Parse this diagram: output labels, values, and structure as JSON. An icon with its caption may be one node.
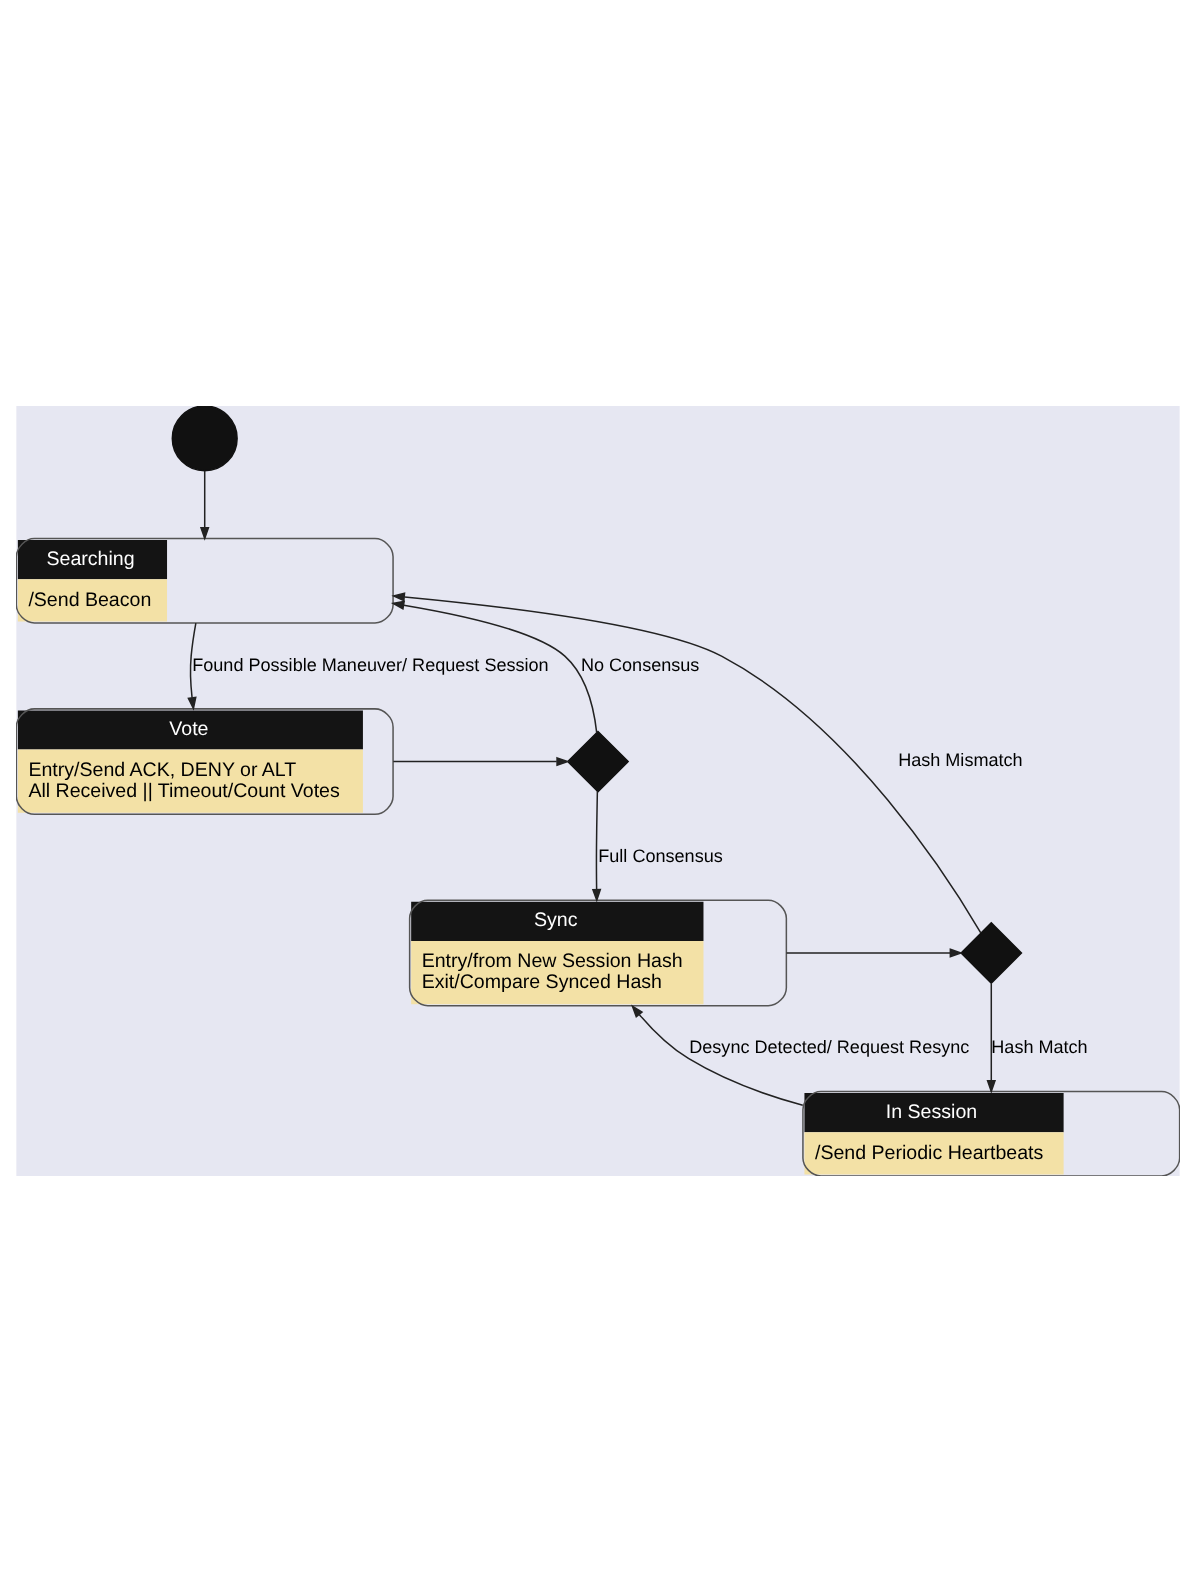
{
  "diagram": {
    "nodes": [
      {
        "text": [],
        "shape": "circle"
      },
      {
        "text": [
          "Searching",
          "/Send Beacon"
        ]
      },
      {
        "text": [
          "Vote",
          "Entry/Send ACK, DENY or ALT",
          "All Received || Timeout/Count Votes"
        ]
      },
      {
        "text": [],
        "shape": "diamond"
      },
      {
        "text": [
          "Sync",
          "Entry/from New Session Hash",
          "Exit/Compare Synced Hash"
        ]
      },
      {
        "text": [],
        "shape": "diamond"
      },
      {
        "text": [
          "In Session",
          "/Send Periodic Heartbeats"
        ]
      }
    ],
    "edges": [
      {
        "from": 0,
        "to": 1,
        "arrow": "to"
      },
      {
        "from": 1,
        "to": 2,
        "arrow": "to",
        "label": "Found Possible Maneuver/ Request Session"
      },
      {
        "from": 2,
        "to": 3,
        "arrow": "to"
      },
      {
        "from": 3,
        "to": 1,
        "arrow": "to",
        "label": "No Consensus"
      },
      {
        "from": 3,
        "to": 4,
        "arrow": "to",
        "label": "Full Consensus"
      },
      {
        "from": 4,
        "to": 5,
        "arrow": "to"
      },
      {
        "from": 5,
        "to": 1,
        "arrow": "to",
        "label": "Hash Mismatch"
      },
      {
        "from": 5,
        "to": 6,
        "arrow": "to",
        "label": "Hash Match"
      },
      {
        "from": 6,
        "to": 4,
        "arrow": "to",
        "label": "Desync Detected/ Request Resync"
      }
    ]
  }
}
